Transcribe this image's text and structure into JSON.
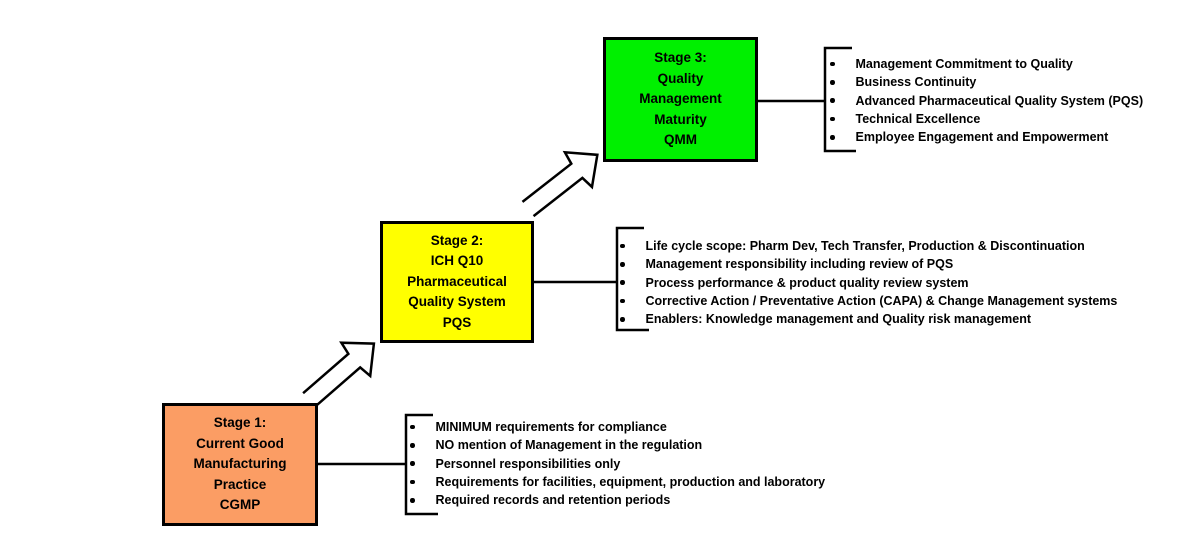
{
  "diagram": {
    "background_color": "#FFFFFF",
    "line_color": "#000000",
    "stages": [
      {
        "id": "stage-1",
        "box_color": "#FB9D64",
        "title_lines": [
          "Stage 1:",
          "Current Good",
          "Manufacturing",
          "Practice",
          "CGMP"
        ],
        "bullets": [
          "MINIMUM requirements for compliance",
          "NO mention of Management in the regulation",
          "Personnel responsibilities only",
          "Requirements for facilities, equipment, production and laboratory",
          "Required records and retention periods"
        ]
      },
      {
        "id": "stage-2",
        "box_color": "#FFFF00",
        "title_lines": [
          "Stage 2:",
          "ICH Q10",
          "Pharmaceutical",
          "Quality System",
          "PQS"
        ],
        "bullets": [
          "Life cycle scope: Pharm Dev, Tech Transfer, Production & Discontinuation",
          "Management responsibility including review of PQS",
          "Process performance & product quality review system",
          "Corrective Action / Preventative Action (CAPA) & Change Management systems",
          "Enablers: Knowledge management and Quality risk management"
        ]
      },
      {
        "id": "stage-3",
        "box_color": "#00F000",
        "title_lines": [
          "Stage 3:",
          "Quality",
          "Management",
          "Maturity",
          "QMM"
        ],
        "bullets": [
          "Management Commitment to Quality",
          "Business Continuity",
          "Advanced Pharmaceutical Quality System (PQS)",
          "Technical Excellence",
          "Employee Engagement and Empowerment"
        ]
      }
    ]
  }
}
